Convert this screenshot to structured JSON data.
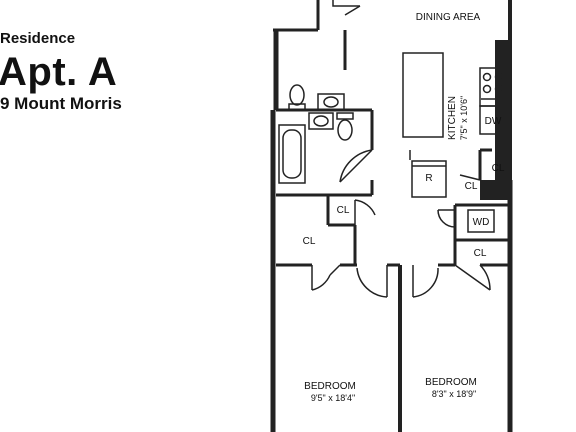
{
  "header": {
    "residence": "Residence",
    "apartment": "Apt. A",
    "address": "9 Mount Morris"
  },
  "rooms": {
    "dining": "DINING AREA",
    "kitchen": "KITCHEN",
    "kitchen_dims": "7'5\" x 10'6\"",
    "dishwasher": "DW",
    "refrigerator": "R",
    "washer_dryer": "WD",
    "closet": "CL",
    "bedroom1": "BEDROOM",
    "bedroom1_dims": "9'5\" x 18'4\"",
    "bedroom2": "BEDROOM",
    "bedroom2_dims": "8'3\" x 18'9\""
  }
}
